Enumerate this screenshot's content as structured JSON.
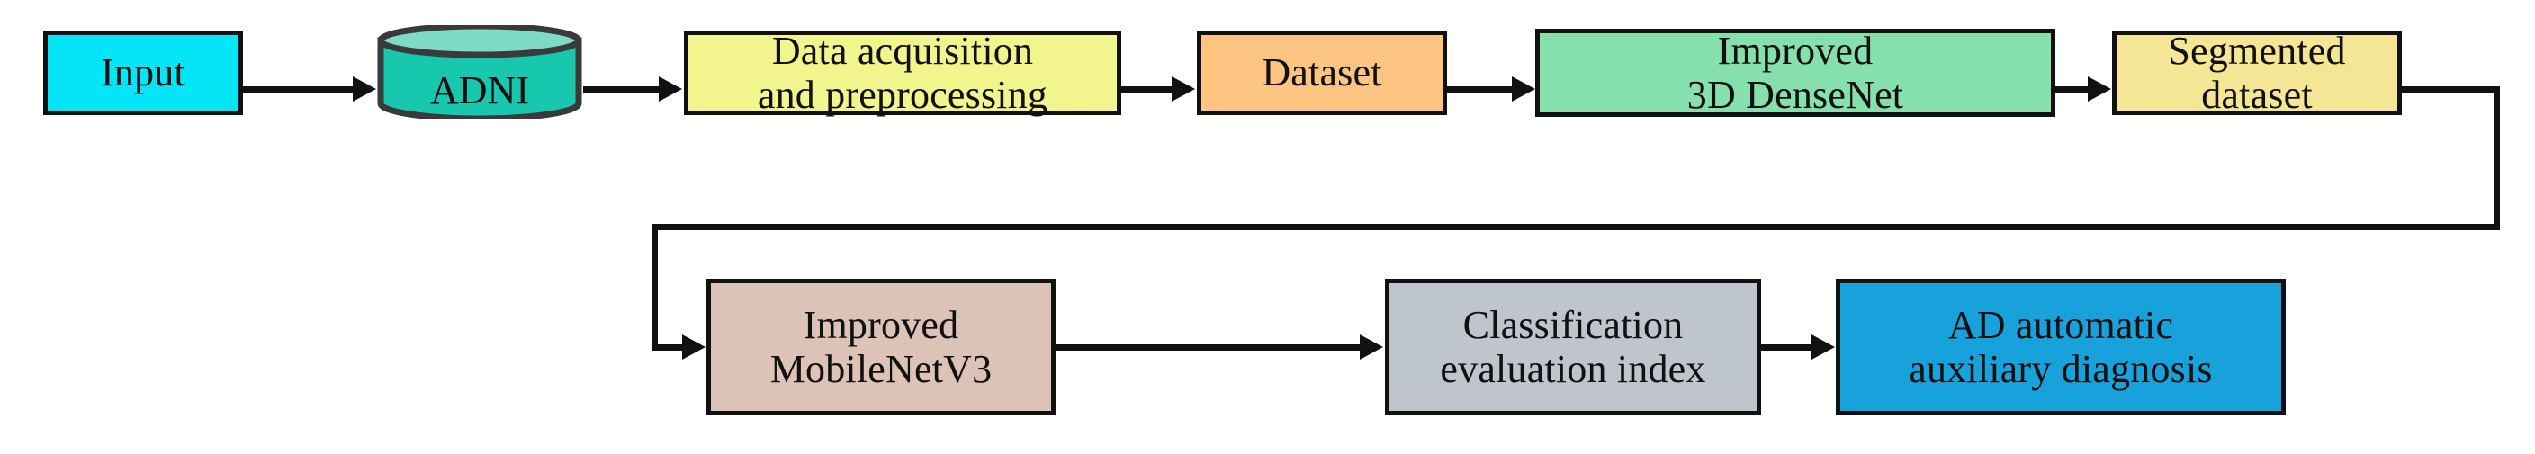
{
  "diagram": {
    "title": "AD automatic auxiliary diagnosis pipeline flowchart",
    "type": "flowchart",
    "background": "#ffffff",
    "nodes": [
      {
        "id": "input",
        "label": "Input",
        "lines": [
          "Input"
        ],
        "shape": "rectangle",
        "fill": "#04E6F6",
        "stroke": "#111111",
        "row": 1,
        "order": 1
      },
      {
        "id": "adni",
        "label": "ADNI",
        "lines": [
          "ADNI"
        ],
        "shape": "cylinder",
        "fill": "#17C7AE",
        "fill_top": "#7EDCC6",
        "stroke": "#3A3A3A",
        "row": 1,
        "order": 2
      },
      {
        "id": "dataacq",
        "label": "Data acquisition and preprocessing",
        "lines": [
          "Data acquisition",
          "and preprocessing"
        ],
        "shape": "rectangle",
        "fill": "#F2F58D",
        "stroke": "#111111",
        "row": 1,
        "order": 3
      },
      {
        "id": "dataset",
        "label": "Dataset",
        "lines": [
          "Dataset"
        ],
        "shape": "rectangle",
        "fill": "#FBC581",
        "stroke": "#111111",
        "row": 1,
        "order": 4
      },
      {
        "id": "densenet",
        "label": "Improved 3D DenseNet",
        "lines": [
          "Improved",
          "3D DenseNet"
        ],
        "shape": "rectangle",
        "fill": "#85E0AE",
        "stroke": "#111111",
        "row": 1,
        "order": 5
      },
      {
        "id": "segmented",
        "label": "Segmented dataset",
        "lines": [
          "Segmented",
          "dataset"
        ],
        "shape": "rectangle",
        "fill": "#F4E695",
        "stroke": "#111111",
        "row": 1,
        "order": 6
      },
      {
        "id": "mobilenet",
        "label": "Improved MobileNetV3",
        "lines": [
          "Improved",
          "MobileNetV3"
        ],
        "shape": "rectangle",
        "fill": "#DDC2B8",
        "stroke": "#111111",
        "row": 2,
        "order": 1
      },
      {
        "id": "classeval",
        "label": "Classification evaluation index",
        "lines": [
          "Classification",
          "evaluation index"
        ],
        "shape": "rectangle",
        "fill": "#BEC5CC",
        "stroke": "#111111",
        "row": 2,
        "order": 2
      },
      {
        "id": "addiag",
        "label": "AD automatic auxiliary diagnosis",
        "lines": [
          "AD automatic",
          "auxiliary diagnosis"
        ],
        "shape": "rectangle",
        "fill": "#17A2DC",
        "stroke": "#111111",
        "row": 2,
        "order": 3
      }
    ],
    "edges": [
      {
        "id": "e1",
        "from": "input",
        "to": "adni",
        "style": "straight-arrow"
      },
      {
        "id": "e2",
        "from": "adni",
        "to": "dataacq",
        "style": "straight-arrow"
      },
      {
        "id": "e3",
        "from": "dataacq",
        "to": "dataset",
        "style": "straight-arrow"
      },
      {
        "id": "e4",
        "from": "dataset",
        "to": "densenet",
        "style": "straight-arrow"
      },
      {
        "id": "e5",
        "from": "densenet",
        "to": "segmented",
        "style": "straight-arrow"
      },
      {
        "id": "e6",
        "from": "segmented",
        "to": "mobilenet",
        "style": "orthogonal-wrap-arrow"
      },
      {
        "id": "e7",
        "from": "mobilenet",
        "to": "classeval",
        "style": "straight-arrow"
      },
      {
        "id": "e8",
        "from": "classeval",
        "to": "addiag",
        "style": "straight-arrow"
      }
    ]
  }
}
